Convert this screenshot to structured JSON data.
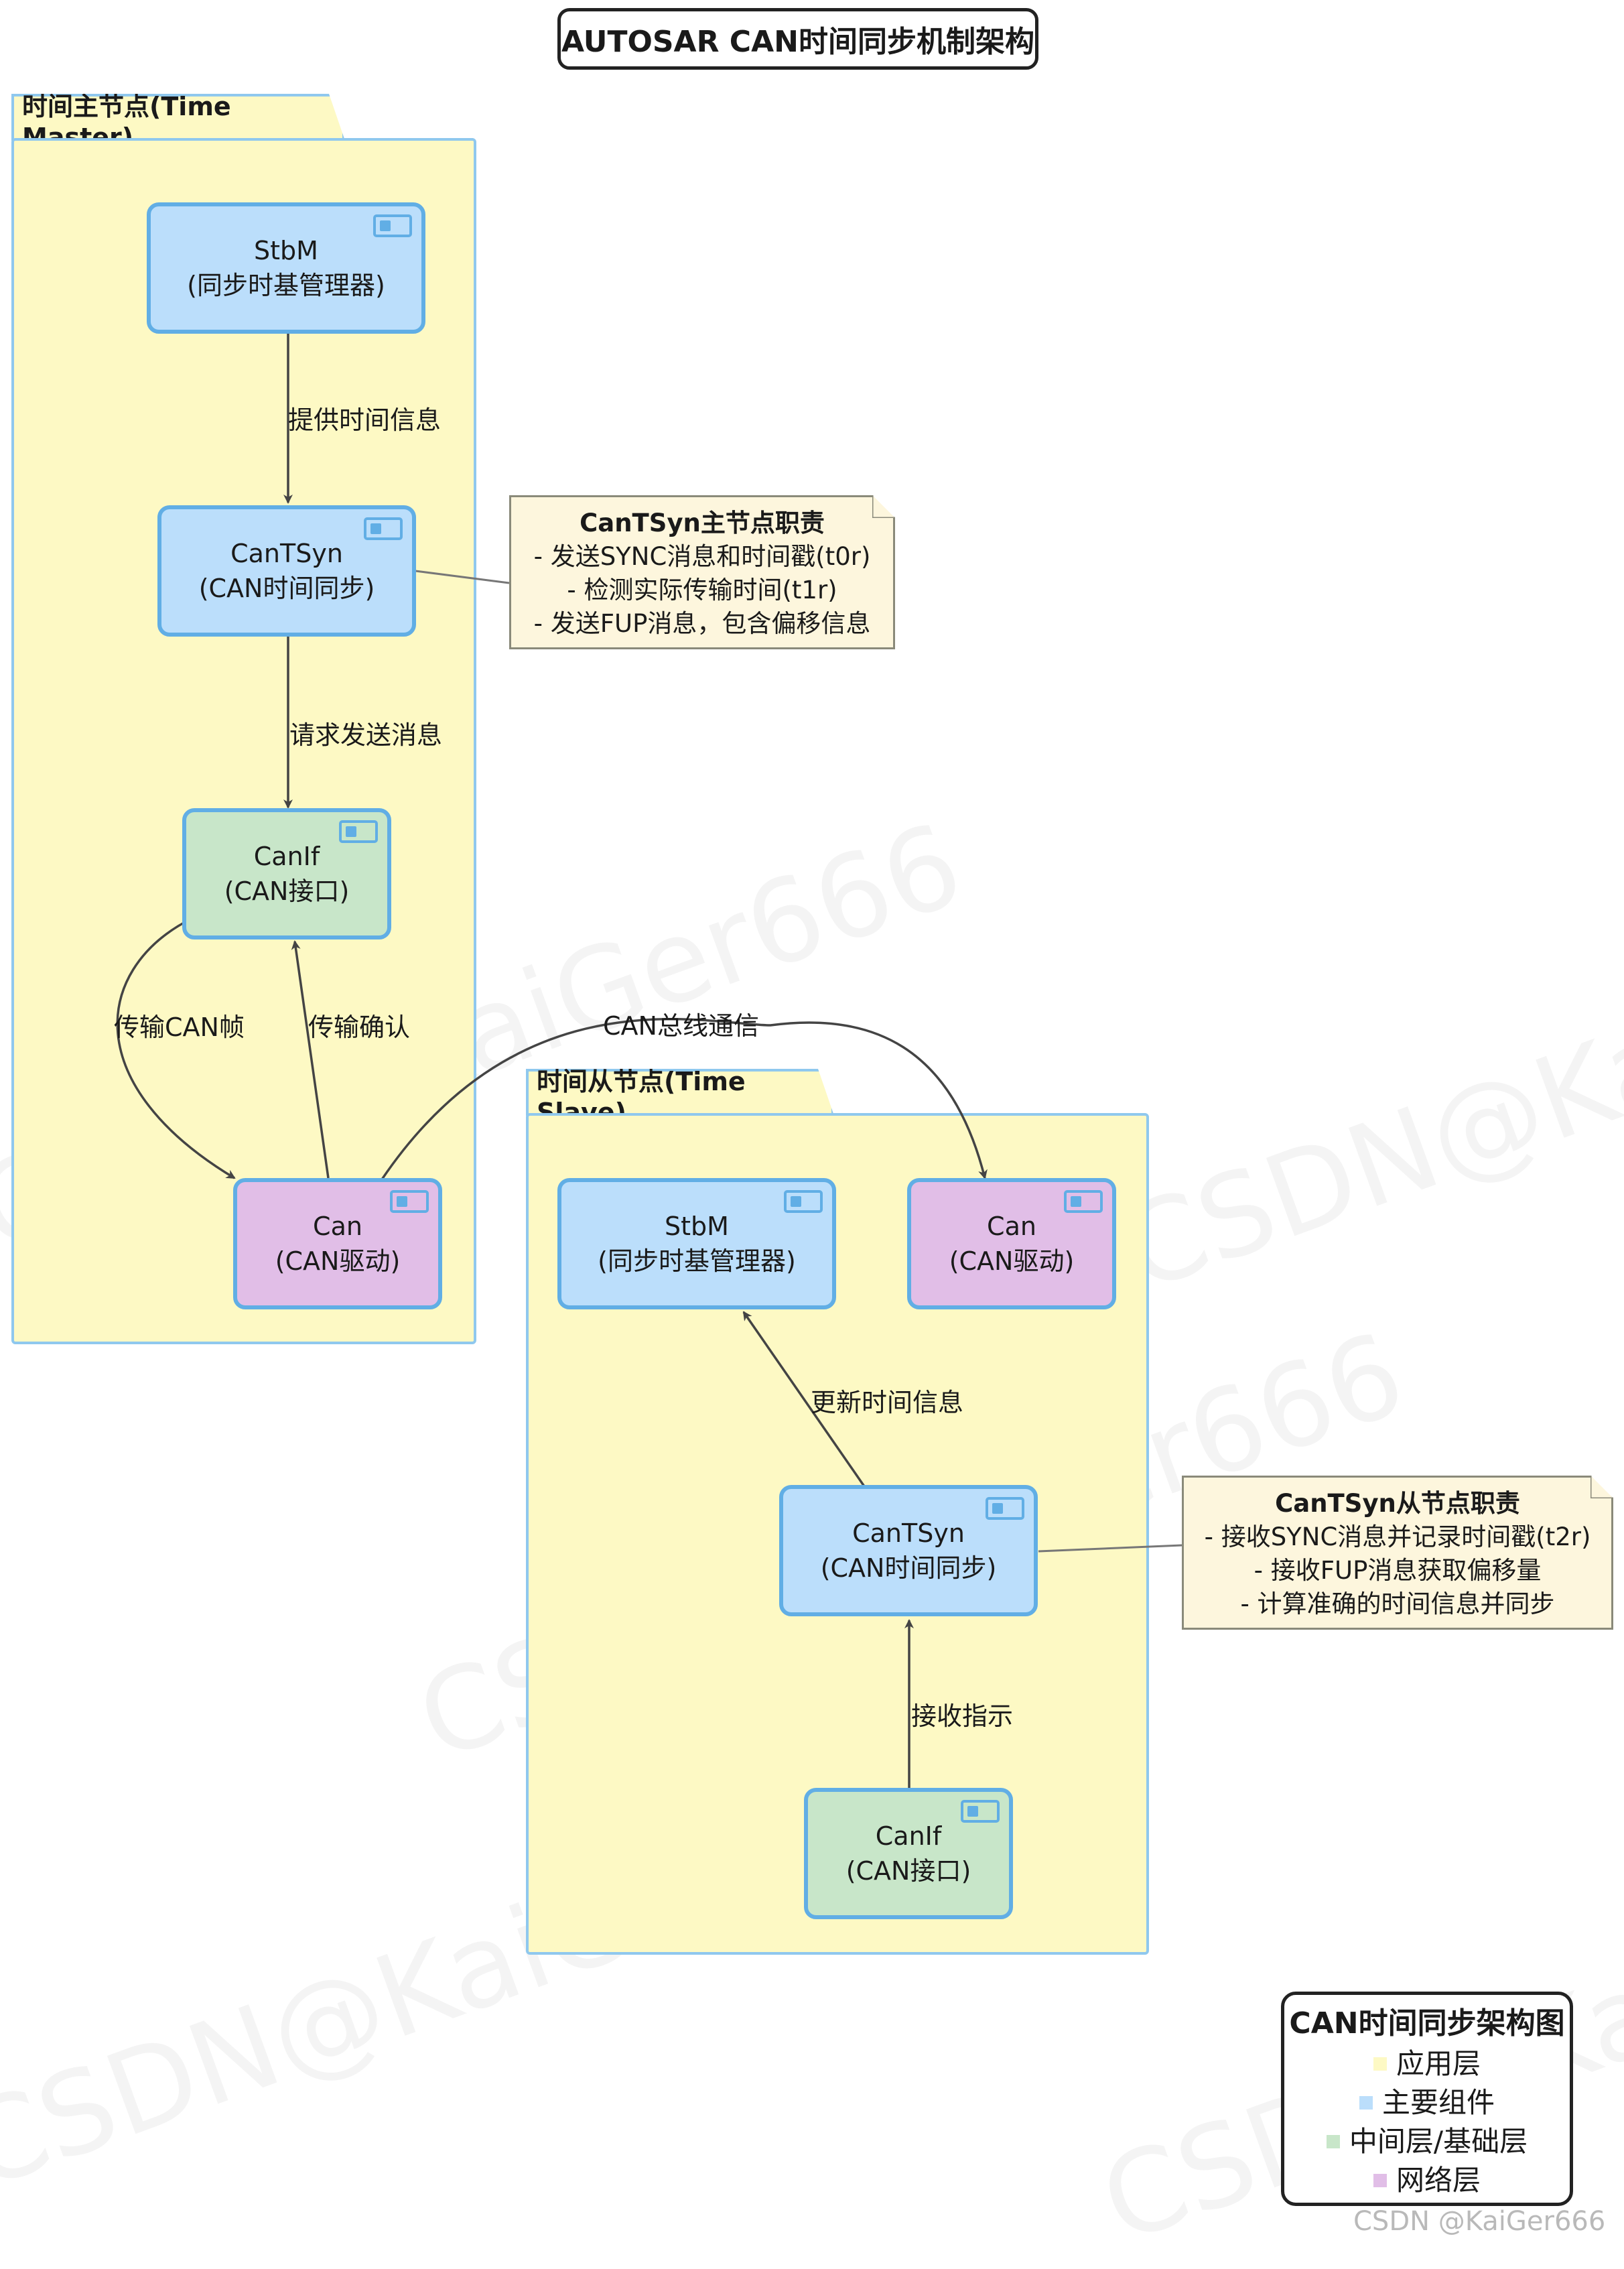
{
  "title": "AUTOSAR CAN时间同步机制架构",
  "master": {
    "package_label": "时间主节点(Time Master)",
    "stbm": {
      "name": "StbM",
      "desc": "(同步时基管理器)"
    },
    "cantsyn": {
      "name": "CanTSyn",
      "desc": "(CAN时间同步)"
    },
    "canif": {
      "name": "CanIf",
      "desc": "(CAN接口)"
    },
    "can": {
      "name": "Can",
      "desc": "(CAN驱动)"
    },
    "edges": {
      "stbm_to_cantsyn": "提供时间信息",
      "cantsyn_to_canif": "请求发送消息",
      "canif_to_can": "传输CAN帧",
      "can_to_canif": "传输确认"
    },
    "note": {
      "title": "CanTSyn主节点职责",
      "lines": [
        "- 发送SYNC消息和时间戳(t0r)",
        "- 检测实际传输时间(t1r)",
        "- 发送FUP消息，包含偏移信息"
      ]
    }
  },
  "bus_label": "CAN总线通信",
  "slave": {
    "package_label": "时间从节点(Time Slave)",
    "stbm": {
      "name": "StbM",
      "desc": "(同步时基管理器)"
    },
    "can": {
      "name": "Can",
      "desc": "(CAN驱动)"
    },
    "cantsyn": {
      "name": "CanTSyn",
      "desc": "(CAN时间同步)"
    },
    "canif": {
      "name": "CanIf",
      "desc": "(CAN接口)"
    },
    "edges": {
      "cantsyn_to_stbm": "更新时间信息",
      "canif_to_cantsyn": "接收指示"
    },
    "note": {
      "title": "CanTSyn从节点职责",
      "lines": [
        "- 接收SYNC消息并记录时间戳(t2r)",
        "- 接收FUP消息获取偏移量",
        "- 计算准确的时间信息并同步"
      ]
    }
  },
  "legend": {
    "title": "CAN时间同步架构图",
    "items": [
      {
        "label": "应用层",
        "color": "#fdf9c4"
      },
      {
        "label": "主要组件",
        "color": "#bbdefb"
      },
      {
        "label": "中间层/基础层",
        "color": "#c8e6c9"
      },
      {
        "label": "网络层",
        "color": "#e1bee7"
      }
    ]
  },
  "watermark": "CSDN@KaiGer666",
  "credit": "CSDN @KaiGer666"
}
